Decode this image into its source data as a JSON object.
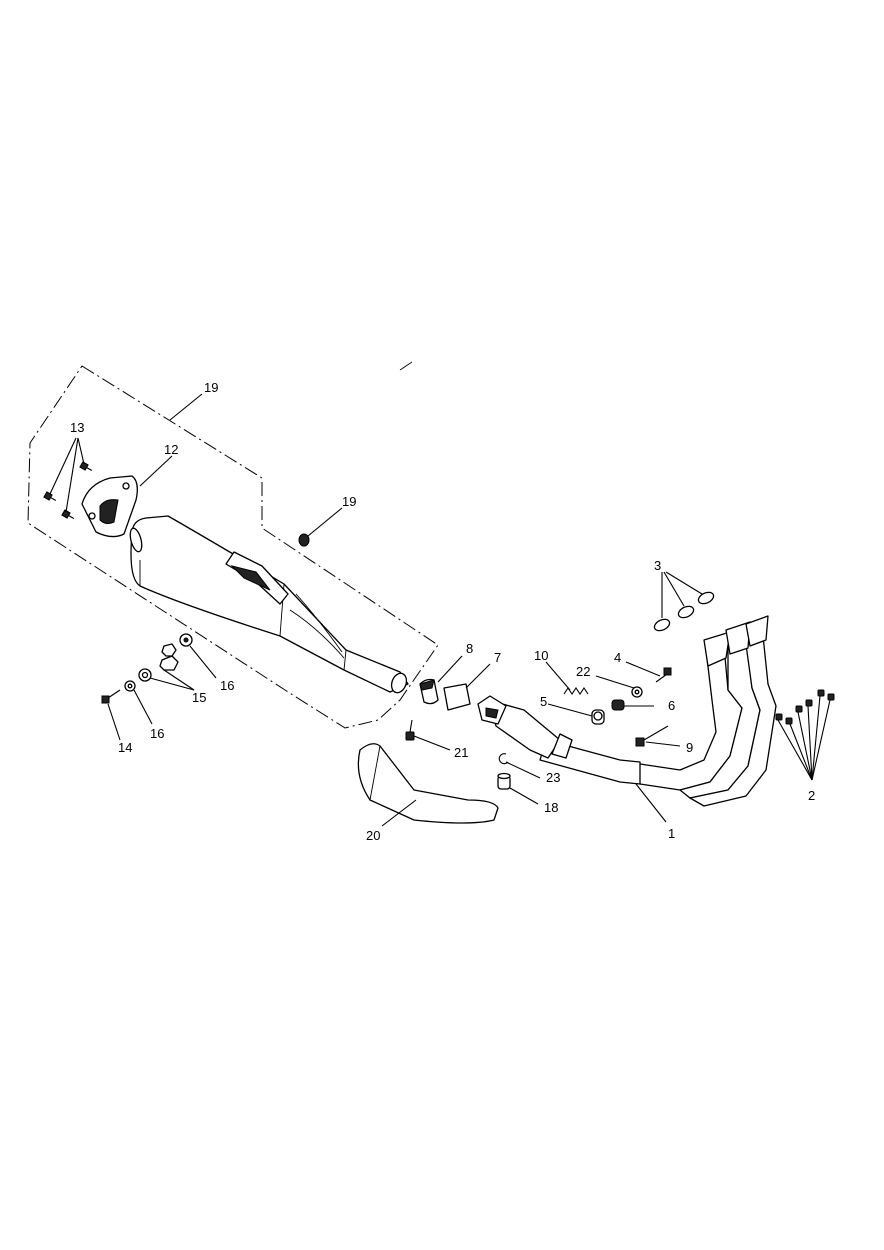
{
  "callouts": {
    "c1": "1",
    "c2": "2",
    "c3": "3",
    "c4": "4",
    "c5": "5",
    "c6": "6",
    "c7": "7",
    "c8": "8",
    "c9": "9",
    "c10": "10",
    "c12": "12",
    "c13": "13",
    "c14": "14",
    "c15": "15",
    "c16a": "16",
    "c16b": "16",
    "c18": "18",
    "c19a": "19",
    "c19b": "19",
    "c20": "20",
    "c21": "21",
    "c22": "22",
    "c23": "23"
  }
}
